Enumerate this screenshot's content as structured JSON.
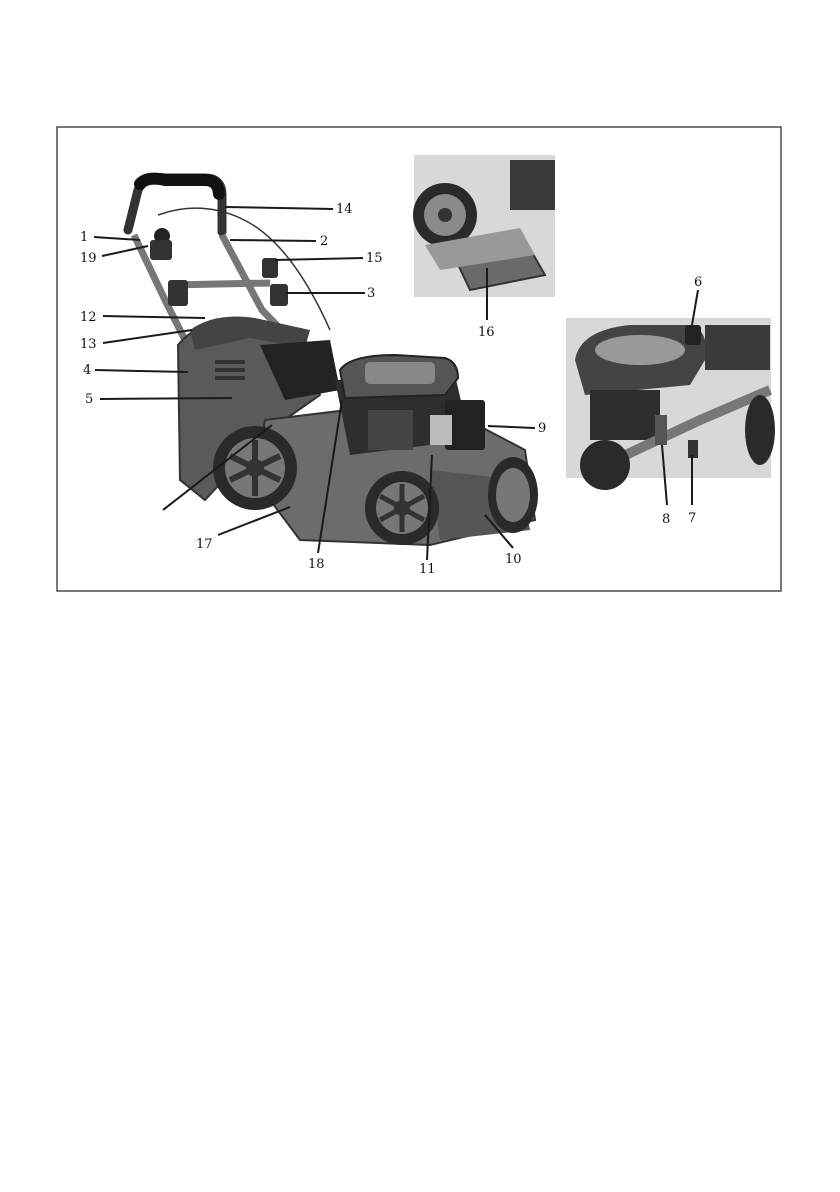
{
  "figure": {
    "callouts": [
      {
        "id": "1",
        "label": "1"
      },
      {
        "id": "2",
        "label": "2"
      },
      {
        "id": "3",
        "label": "3"
      },
      {
        "id": "4",
        "label": "4"
      },
      {
        "id": "5",
        "label": "5"
      },
      {
        "id": "6",
        "label": "6"
      },
      {
        "id": "7",
        "label": "7"
      },
      {
        "id": "8",
        "label": "8"
      },
      {
        "id": "9",
        "label": "9"
      },
      {
        "id": "10",
        "label": "10"
      },
      {
        "id": "11",
        "label": "11"
      },
      {
        "id": "12",
        "label": "12"
      },
      {
        "id": "13",
        "label": "13"
      },
      {
        "id": "14",
        "label": "14"
      },
      {
        "id": "15",
        "label": "15"
      },
      {
        "id": "16",
        "label": "16"
      },
      {
        "id": "17",
        "label": "17"
      },
      {
        "id": "18",
        "label": "18"
      },
      {
        "id": "19",
        "label": "19"
      }
    ]
  },
  "colors": {
    "frame": "#222222",
    "body_dark": "#3a3a3a",
    "body_mid": "#6e6e6e",
    "body_light": "#a8a8a8",
    "photo_bg": "#d8d8d8"
  }
}
